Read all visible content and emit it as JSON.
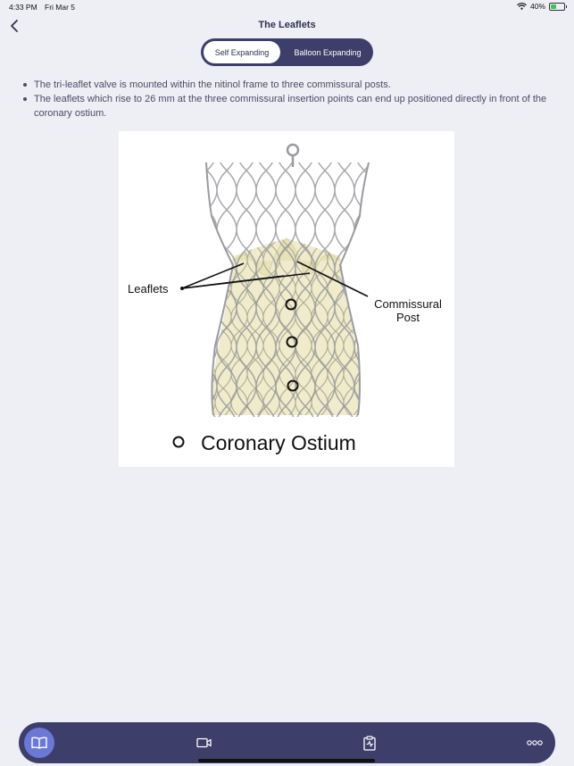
{
  "status": {
    "time": "4:33 PM",
    "date": "Fri Mar 5",
    "battery": "40%",
    "battery_level": 0.4
  },
  "nav": {
    "title": "The Leaflets",
    "back_icon": "chevron-left-icon"
  },
  "segments": [
    {
      "label": "Self Expanding",
      "selected": true
    },
    {
      "label": "Balloon Expanding",
      "selected": false
    }
  ],
  "bullets": [
    "The tri-leaflet valve is mounted within the nitinol frame to three commissural posts.",
    "The leaflets which rise to 26 mm at the three commissural insertion points can end up positioned directly in front of the coronary ostium."
  ],
  "figure": {
    "label_leaflets": "Leaflets",
    "label_commissural_line1": "Commissural",
    "label_commissural_line2": "Post",
    "legend_text": "Coronary Ostium"
  },
  "tabbar": {
    "items": [
      {
        "icon": "book-icon",
        "active": true
      },
      {
        "icon": "video-camera-icon",
        "active": false
      },
      {
        "icon": "clipboard-chart-icon",
        "active": false
      },
      {
        "icon": "more-dots-icon",
        "active": false
      }
    ]
  },
  "colors": {
    "background": "#eeeef5",
    "accent_dark": "#3d3f6a",
    "accent_active": "#6b79d6",
    "leaflet_fill": "#efebcb"
  }
}
